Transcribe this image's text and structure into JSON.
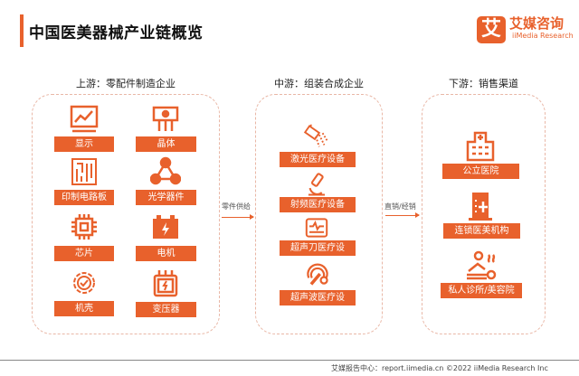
{
  "title": "中国医美器械产业链概览",
  "logo": {
    "mark": "艾",
    "cn": "艾媒咨询",
    "en": "iiMedia Research"
  },
  "colors": {
    "accent": "#e8612c",
    "border": "#e9b7a6"
  },
  "upstream": {
    "heading": "上游：零配件制造企业",
    "items": [
      {
        "label": "显示",
        "icon": "monitor-chart-icon"
      },
      {
        "label": "晶体",
        "icon": "crystal-component-icon"
      },
      {
        "label": "印制电路板",
        "icon": "circuit-board-icon"
      },
      {
        "label": "光学器件",
        "icon": "optical-network-icon"
      },
      {
        "label": "芯片",
        "icon": "chip-icon"
      },
      {
        "label": "电机",
        "icon": "battery-motor-icon"
      },
      {
        "label": "机壳",
        "icon": "gear-check-icon"
      },
      {
        "label": "变压器",
        "icon": "transformer-icon"
      }
    ]
  },
  "midstream": {
    "heading": "中游：组装合成企业",
    "items": [
      {
        "label": "激光医疗设备",
        "icon": "laser-icon"
      },
      {
        "label": "射频医疗设备",
        "icon": "microscope-icon"
      },
      {
        "label": "超声刀医疗设",
        "icon": "ultrasound-monitor-icon"
      },
      {
        "label": "超声波医疗设",
        "icon": "ultrasonic-probe-icon"
      }
    ]
  },
  "downstream": {
    "heading": "下游：销售渠道",
    "items": [
      {
        "label": "公立医院",
        "icon": "hospital-icon"
      },
      {
        "label": "连锁医美机构",
        "icon": "clinic-building-icon"
      },
      {
        "label": "私人诊所/美容院",
        "icon": "spa-icon"
      }
    ]
  },
  "flows": {
    "up_to_mid": "零件供给",
    "mid_to_down": "直销/经销"
  },
  "footer": "艾媒报告中心：report.iimedia.cn  ©2022  iiMedia Research Inc"
}
